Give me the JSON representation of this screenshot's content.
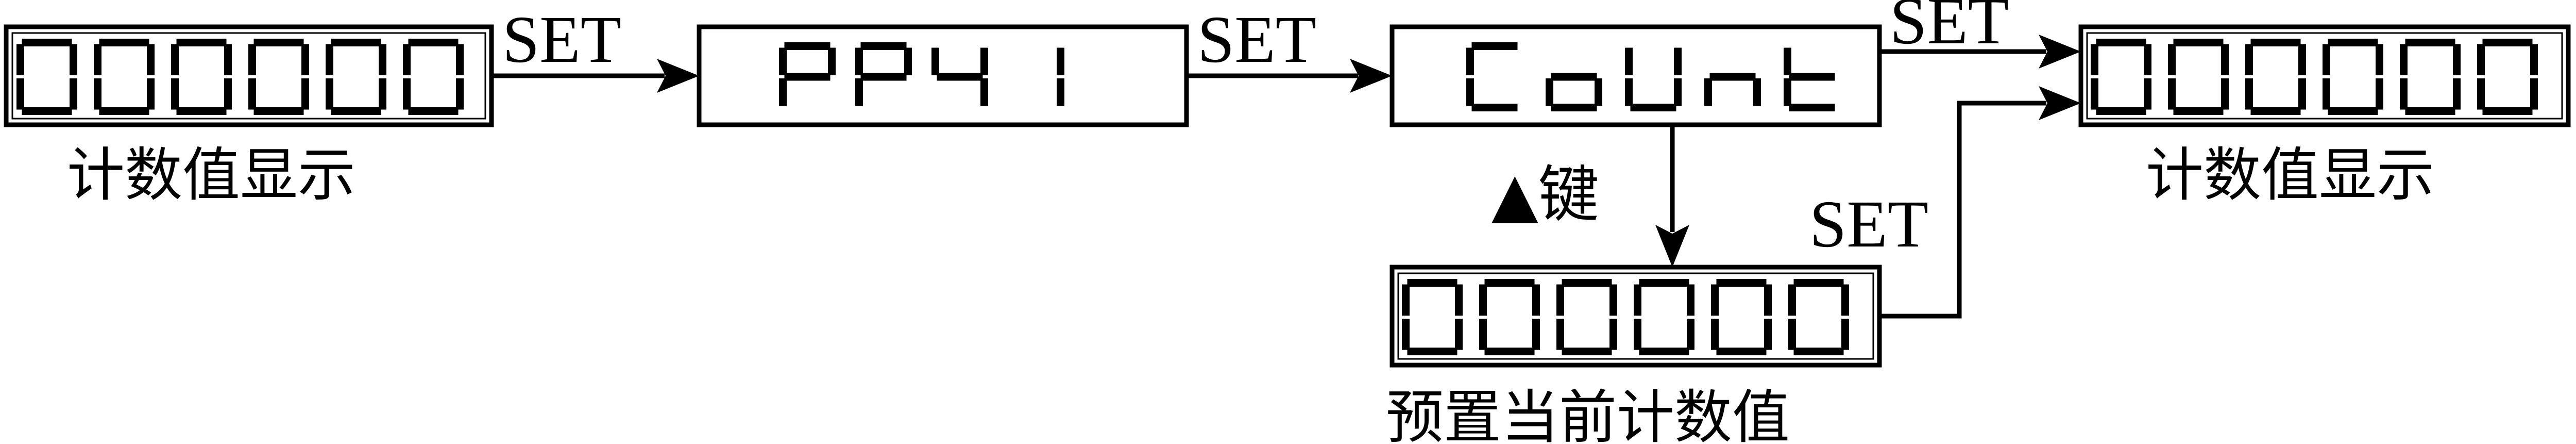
{
  "displays": [
    {
      "id": "count-display-1",
      "text": "000000"
    },
    {
      "id": "pp41-display",
      "text": "PP41"
    },
    {
      "id": "count-mode-display",
      "text": "CoUnt"
    },
    {
      "id": "count-display-2",
      "text": "000000"
    },
    {
      "id": "preset-display",
      "text": "000000"
    }
  ],
  "captions": {
    "count_display_1": "计数值显示",
    "count_display_2": "计数值显示",
    "preset_display": "预置当前计数值"
  },
  "edges": {
    "set_1": "SET",
    "set_2": "SET",
    "set_3": "SET",
    "set_4": "SET",
    "up_key": "▲键"
  }
}
